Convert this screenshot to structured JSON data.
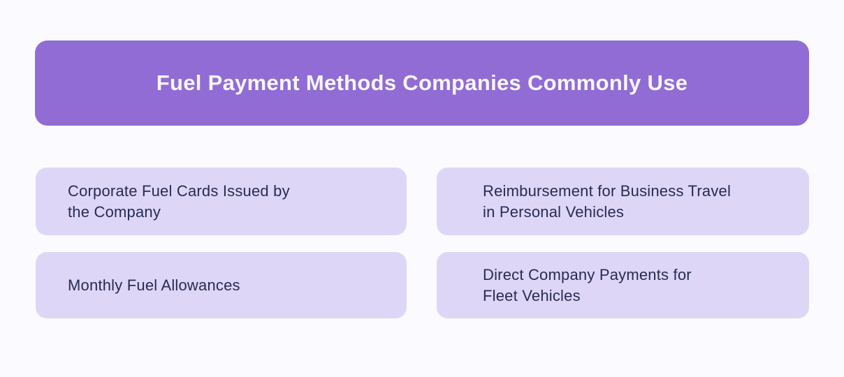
{
  "page": {
    "kind": "infographic"
  },
  "colors": {
    "page_bg": "#fbfafe",
    "header_bg": "#916cd4",
    "header_text": "#f8f6fb",
    "card_bg": "#ded6f6",
    "card_text": "#272b54"
  },
  "header": {
    "title": "Fuel Payment Methods Companies Commonly Use"
  },
  "cards": [
    {
      "label": "Corporate Fuel Cards Issued by\nthe Company"
    },
    {
      "label": "Reimbursement for Business Travel\nin Personal Vehicles"
    },
    {
      "label": "Monthly Fuel Allowances"
    },
    {
      "label": "Direct Company Payments for\nFleet Vehicles"
    }
  ]
}
